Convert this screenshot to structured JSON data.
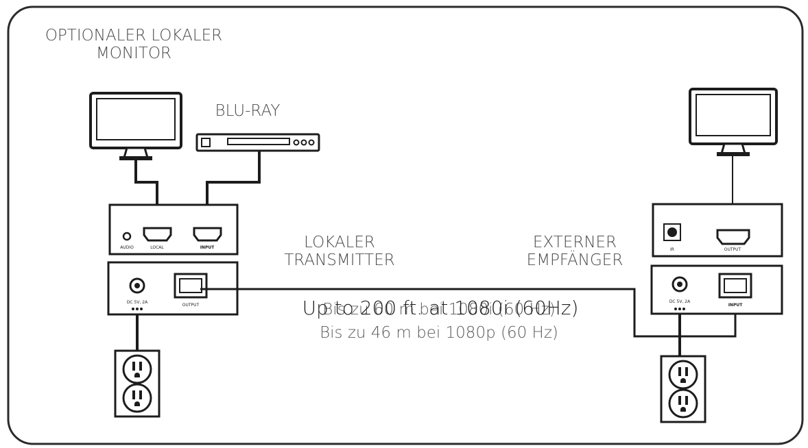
{
  "labels": {
    "local_monitor": [
      "OPTIONALER LOKALER",
      "MONITOR"
    ],
    "bluray": "BLU-RAY",
    "local_transmitter": [
      "LOKALER",
      "TRANSMITTER"
    ],
    "remote_receiver": [
      "EXTERNER",
      "EMPFÄNGER"
    ]
  },
  "distance": {
    "english": "Up to 200 ft. at 1080i (60Hz)",
    "german_1080i": "Bis zu 60 m bei 1080i (60 Hz)",
    "german_1080p": "Bis zu 46 m bei 1080p (60 Hz)"
  },
  "ports": {
    "audio": "AUDIO",
    "local": "LOCAL",
    "input": "INPUT",
    "output": "OUTPUT",
    "dc": "DC 5V, 2A",
    "ir": "IR"
  },
  "colors": {
    "line": "#1c1c1c",
    "text": "#3a3a3a",
    "frame": "#2b2b2b"
  }
}
